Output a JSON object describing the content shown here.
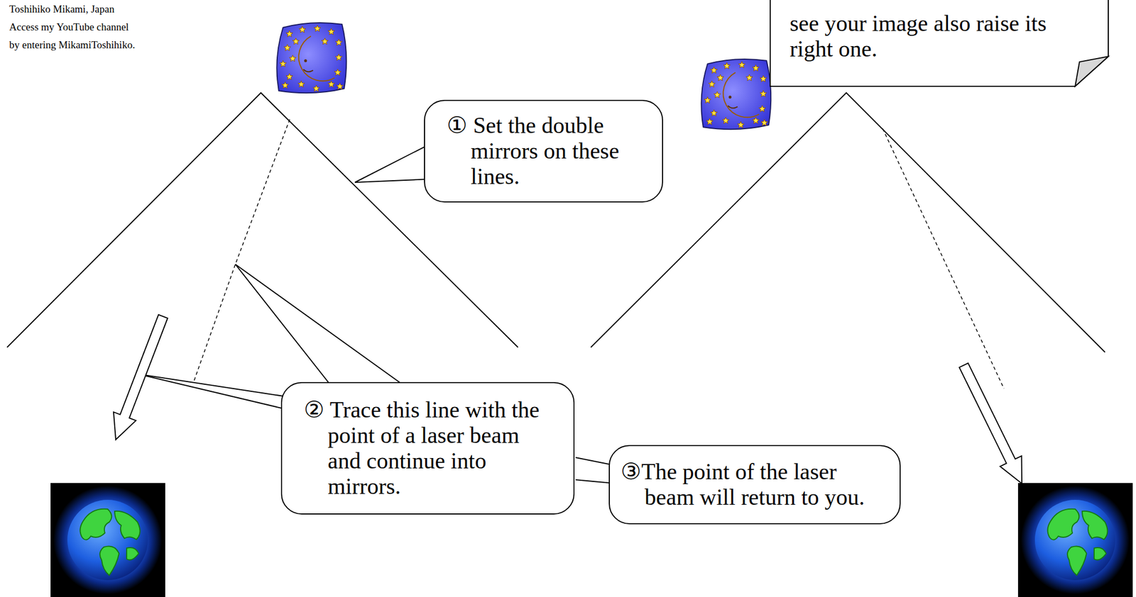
{
  "diagram": {
    "nodes": [
      {
        "text": [
          "① Set the double mirrors on these lines."
        ]
      },
      {
        "text": [
          "see your image also raise its right one."
        ]
      },
      {
        "text": [
          "② Trace this line with the point of a laser beam and continue into mirrors."
        ]
      },
      {
        "text": [
          "③The point of the laser beam will return to you."
        ]
      }
    ],
    "labels": [
      "Toshihiko Mikami, Japan",
      "Access my YouTube channel",
      "by entering MikamiToshihiko."
    ]
  }
}
